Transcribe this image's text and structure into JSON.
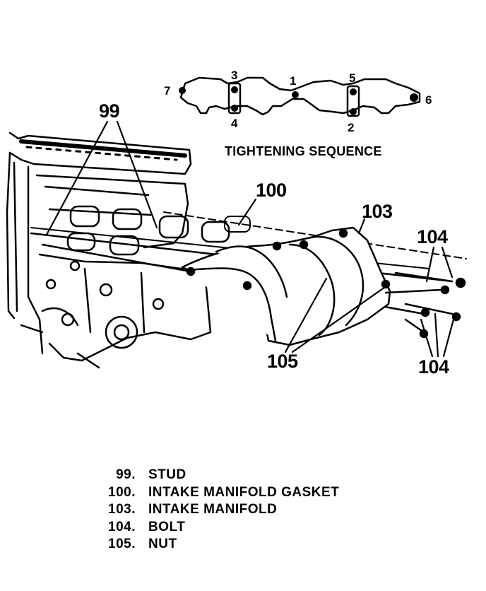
{
  "callouts": {
    "stud": "99",
    "gasket": "100",
    "manifold": "103",
    "bolt_top": "104",
    "bolt_bottom": "104",
    "nut": "105"
  },
  "sequence": {
    "title": "TIGHTENING SEQUENCE",
    "numbers": [
      "1",
      "2",
      "3",
      "4",
      "5",
      "6",
      "7"
    ]
  },
  "legend": [
    {
      "num": "99.",
      "label": "STUD"
    },
    {
      "num": "100.",
      "label": "INTAKE MANIFOLD GASKET"
    },
    {
      "num": "103.",
      "label": "INTAKE MANIFOLD"
    },
    {
      "num": "104.",
      "label": "BOLT"
    },
    {
      "num": "105.",
      "label": "NUT"
    }
  ]
}
